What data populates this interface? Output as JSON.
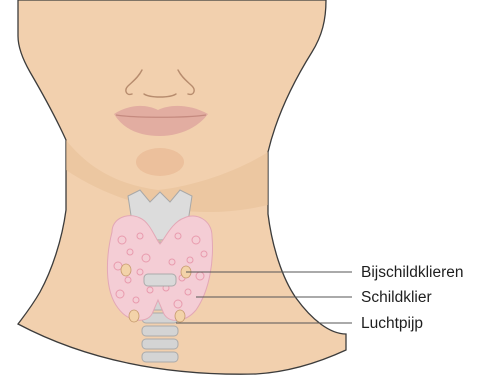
{
  "labels": {
    "parathyroid": "Bijschildklieren",
    "thyroid": "Schildklier",
    "trachea": "Luchtpijp"
  },
  "colors": {
    "skin": "#f2d0ae",
    "skin_outline": "#3c3c3c",
    "skin_shadow": "#e7bf98",
    "lips": "#e2ada1",
    "thyroid": "#f4cdd5",
    "thyroid_dots": "#e58aa0",
    "parathyroid": "#f3d3a9",
    "cartilage": "#d4d4d4",
    "leader_line": "#555555"
  }
}
